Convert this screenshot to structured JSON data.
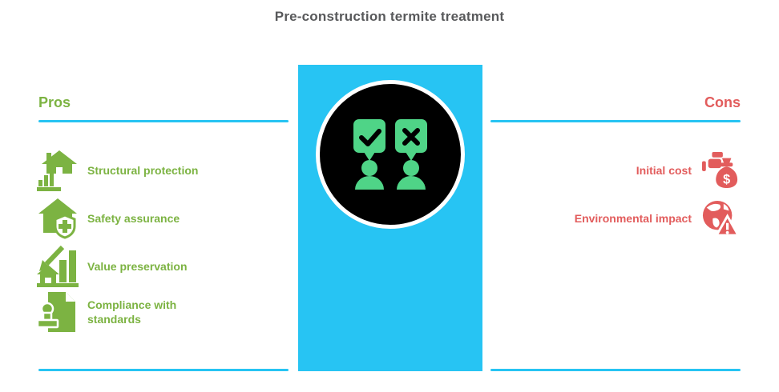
{
  "title": "Pre-construction termite treatment",
  "colors": {
    "accent_cyan": "#27C4F3",
    "pros_green": "#7CB342",
    "cons_red": "#E25C5C",
    "icon_mint": "#4FD487",
    "title_gray": "#58595B",
    "circle_black": "#000000"
  },
  "pros": {
    "heading": "Pros",
    "items": [
      {
        "label": "Structural protection",
        "icon": "house-growth-icon"
      },
      {
        "label": "Safety assurance",
        "icon": "house-shield-icon"
      },
      {
        "label": "Value preservation",
        "icon": "chart-arrow-house-icon"
      },
      {
        "label": "Compliance with standards",
        "icon": "document-stamp-icon"
      }
    ]
  },
  "cons": {
    "heading": "Cons",
    "items": [
      {
        "label": "Initial cost",
        "icon": "money-bag-icon"
      },
      {
        "label": "Environmental impact",
        "icon": "globe-warning-icon"
      }
    ]
  },
  "center": {
    "icon": "approve-reject-people-icon"
  }
}
